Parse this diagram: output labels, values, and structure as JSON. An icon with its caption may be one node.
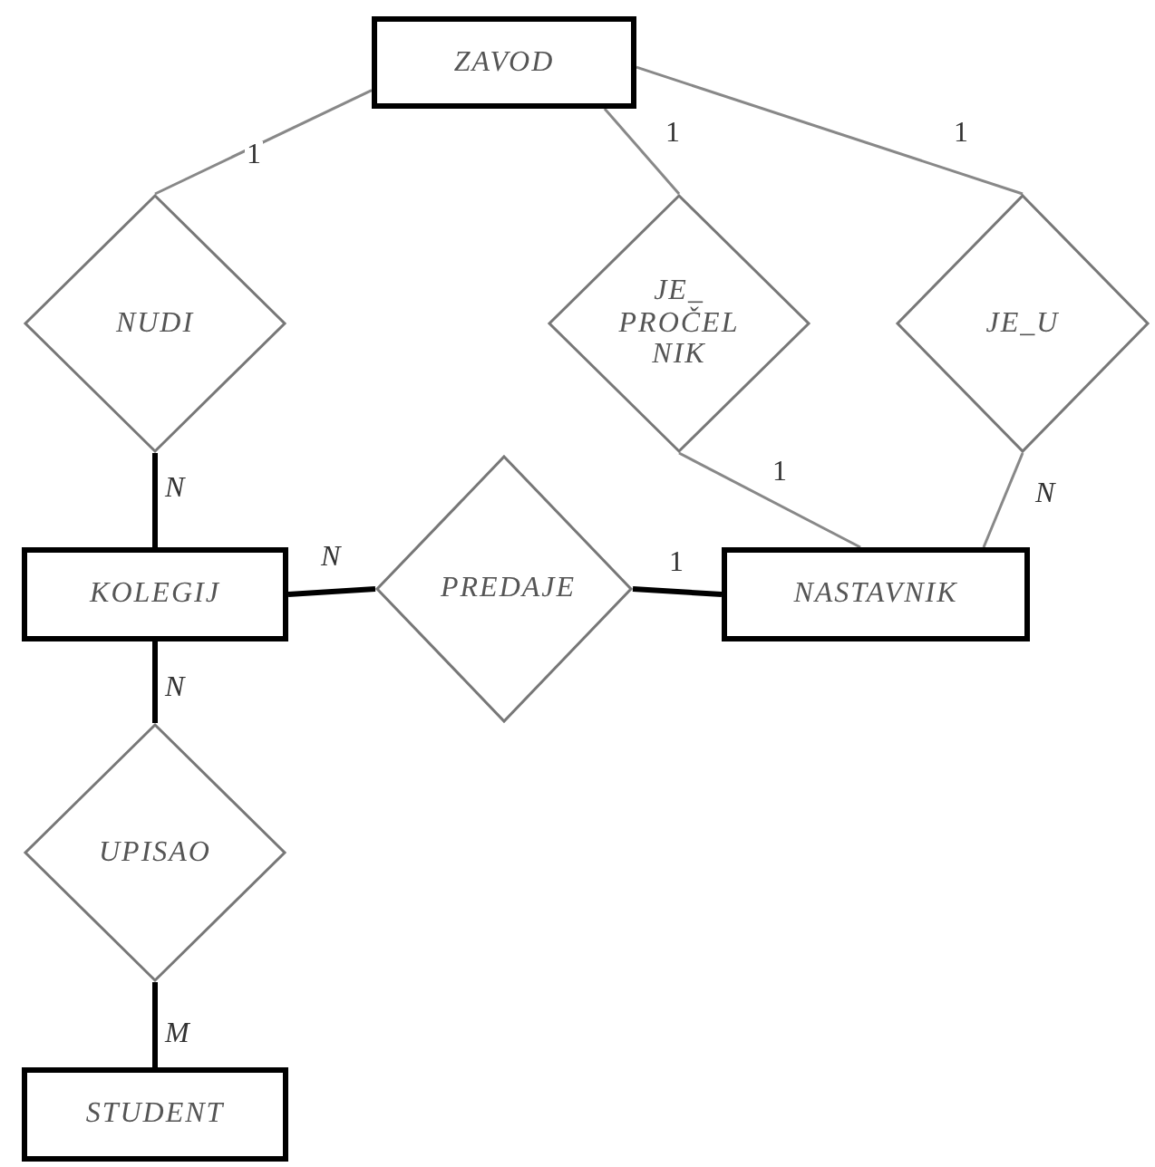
{
  "diagram": {
    "nodes": [
      {
        "text": [
          "ZAVOD"
        ]
      },
      {
        "text": [
          "NUDI"
        ]
      },
      {
        "text": [
          "JE_ PROČEL NIK"
        ]
      },
      {
        "text": [
          "JE_U"
        ]
      },
      {
        "text": [
          "KOLEGIJ"
        ]
      },
      {
        "text": [
          "PREDAJE"
        ]
      },
      {
        "text": [
          "NASTAVNIK"
        ]
      },
      {
        "text": [
          "UPISAO"
        ]
      },
      {
        "text": [
          "STUDENT"
        ]
      }
    ],
    "edges": [
      {
        "from": 0,
        "to": 1,
        "arrow": "none",
        "label": "1"
      },
      {
        "from": 0,
        "to": 2,
        "arrow": "none",
        "label": "1"
      },
      {
        "from": 0,
        "to": 3,
        "arrow": "none",
        "label": "1"
      },
      {
        "from": 1,
        "to": 4,
        "arrow": "none",
        "label": "N",
        "style": "thick",
        "color": "#000000"
      },
      {
        "from": 2,
        "to": 6,
        "arrow": "none",
        "label": "1"
      },
      {
        "from": 3,
        "to": 6,
        "arrow": "none",
        "label": "N"
      },
      {
        "from": 4,
        "to": 5,
        "arrow": "none",
        "label": "N",
        "style": "thick",
        "color": "#000000"
      },
      {
        "from": 5,
        "to": 6,
        "arrow": "none",
        "label": "1",
        "style": "thick",
        "color": "#000000"
      },
      {
        "from": 4,
        "to": 7,
        "arrow": "none",
        "label": "N",
        "style": "thick",
        "color": "#000000"
      },
      {
        "from": 7,
        "to": 8,
        "arrow": "none",
        "label": "M",
        "style": "thick",
        "color": "#000000"
      }
    ]
  }
}
